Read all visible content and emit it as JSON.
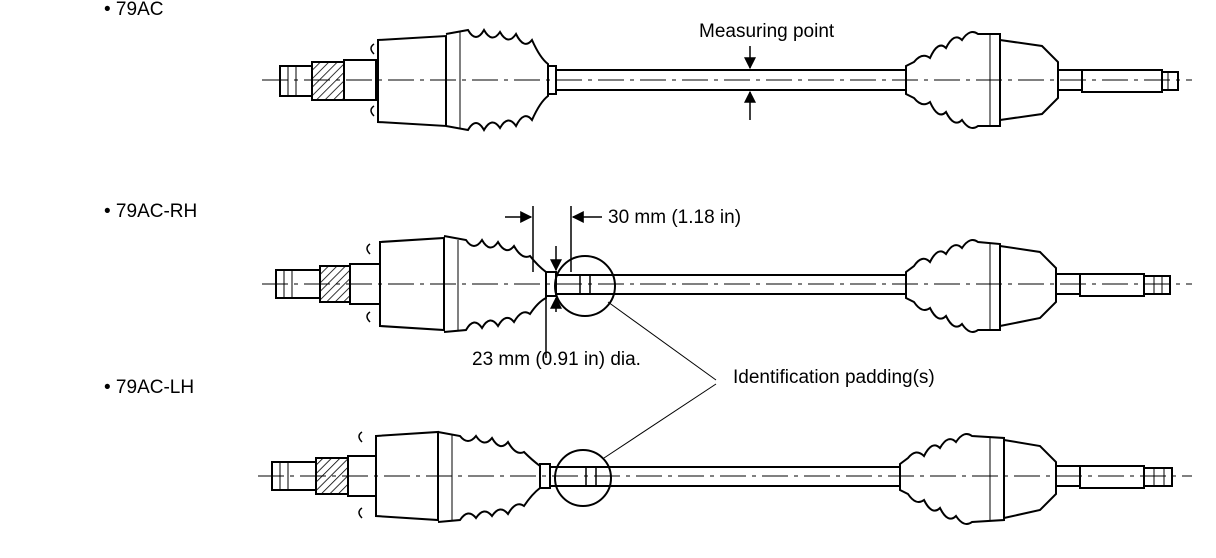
{
  "figure": {
    "shafts": [
      {
        "label": "• 79AC"
      },
      {
        "label": "• 79AC-RH"
      },
      {
        "label": "• 79AC-LH"
      }
    ],
    "callouts": {
      "measuring_point": "Measuring point",
      "distance": "30 mm (1.18 in)",
      "diameter": "23 mm (0.91 in) dia.",
      "identification": "Identification padding(s)"
    }
  }
}
